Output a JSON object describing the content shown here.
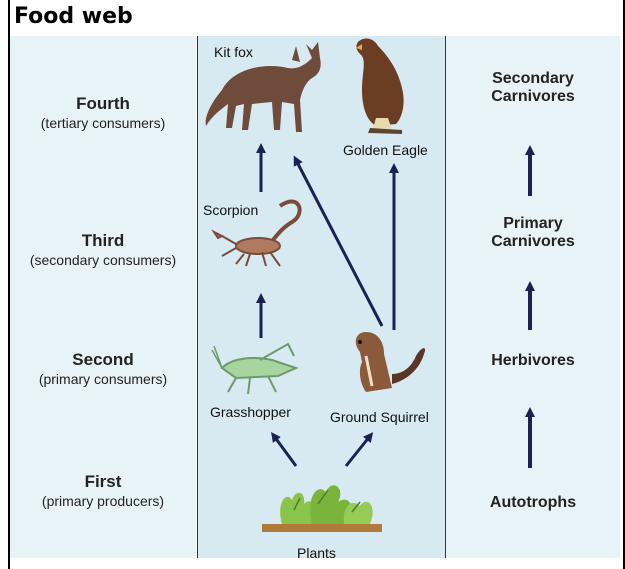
{
  "title": "Food web",
  "levels": [
    {
      "name": "Fourth",
      "sub": "(tertiary consumers)"
    },
    {
      "name": "Third",
      "sub": "(secondary consumers)"
    },
    {
      "name": "Second",
      "sub": "(primary consumers)"
    },
    {
      "name": "First",
      "sub": "(primary producers)"
    }
  ],
  "organisms": {
    "kit_fox": "Kit fox",
    "golden_eagle": "Golden Eagle",
    "scorpion": "Scorpion",
    "grasshopper": "Grasshopper",
    "ground_squirrel": "Ground Squirrel",
    "plants": "Plants"
  },
  "roles": {
    "secondary_carnivores_1": "Secondary",
    "secondary_carnivores_2": "Carnivores",
    "primary_carnivores_1": "Primary",
    "primary_carnivores_2": "Carnivores",
    "herbivores": "Herbivores",
    "autotrophs": "Autotrophs"
  }
}
